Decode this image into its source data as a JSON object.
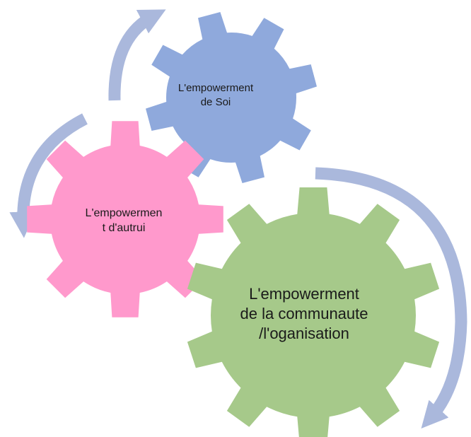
{
  "diagram": {
    "colors": {
      "arrow": "#aab8dc",
      "gear_self": "#8fa9dc",
      "gear_others": "#ff99cc",
      "gear_community": "#a6c98a",
      "text": "#1a1a1a"
    },
    "gears": [
      {
        "id": "self",
        "lines": [
          "L'empowerment",
          "de Soi"
        ]
      },
      {
        "id": "others",
        "lines": [
          "L'empowermen",
          "t d'autrui"
        ]
      },
      {
        "id": "community",
        "lines": [
          "L'empowerment",
          "de la communaute",
          "/l'oganisation"
        ]
      }
    ]
  }
}
